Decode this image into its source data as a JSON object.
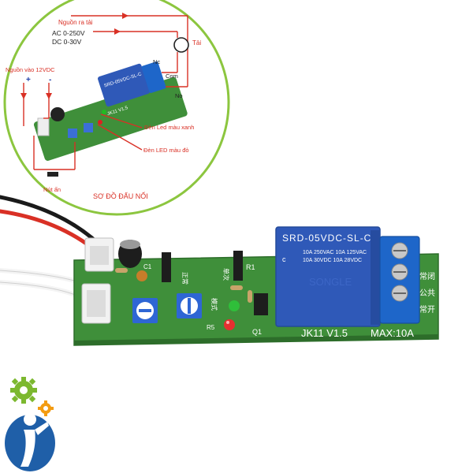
{
  "diagram": {
    "output_label": "Nguồn ra tải",
    "ac_range": "AC 0-250V",
    "dc_range": "DC 0-30V",
    "load_label": "Tải",
    "nc_label": "Nc",
    "com_label": "Com",
    "no_label": "No",
    "input_label": "Nguồn vào 12VDC",
    "plus_sign": "+",
    "minus_sign": "-",
    "green_led_label": "Đèn Led màu xanh",
    "red_led_label": "Đèn LED màu đỏ",
    "button_label": "Nút ấn",
    "title": "SƠ ĐỒ ĐẤU NỐI",
    "small_relay_text": "SRD-05VDC-SL-C",
    "small_board_text": "JK11 V1.5"
  },
  "board": {
    "relay_model": "SRD-05VDC-SL-C",
    "relay_rating_1": "10A 250VAC  10A 125VAC",
    "relay_rating_2": "10A  30VDC  10A  28VDC",
    "relay_brand": "SONGLE",
    "model_label": "JK11  V1.5",
    "max_label": "MAX:10A",
    "terminal_nc": "常闭",
    "terminal_com": "公共",
    "terminal_no": "常开",
    "label_r1": "R1",
    "label_q1": "Q1",
    "label_r5": "R5",
    "label_c1": "C1",
    "mode_text_1": "正常",
    "mode_text_2": "单次",
    "mode_text_3": "模式"
  },
  "logo": {
    "name": "gear-person-logo",
    "colors": {
      "green": "#7cb82f",
      "orange": "#f39c12",
      "blue": "#1f5fa8"
    }
  },
  "colors": {
    "pcb_green": "#3f8f3a",
    "relay_blue": "#2f59b8",
    "terminal_blue": "#1e66c9",
    "diagram_circle": "#8cc63f",
    "wire_red": "#d93025"
  }
}
